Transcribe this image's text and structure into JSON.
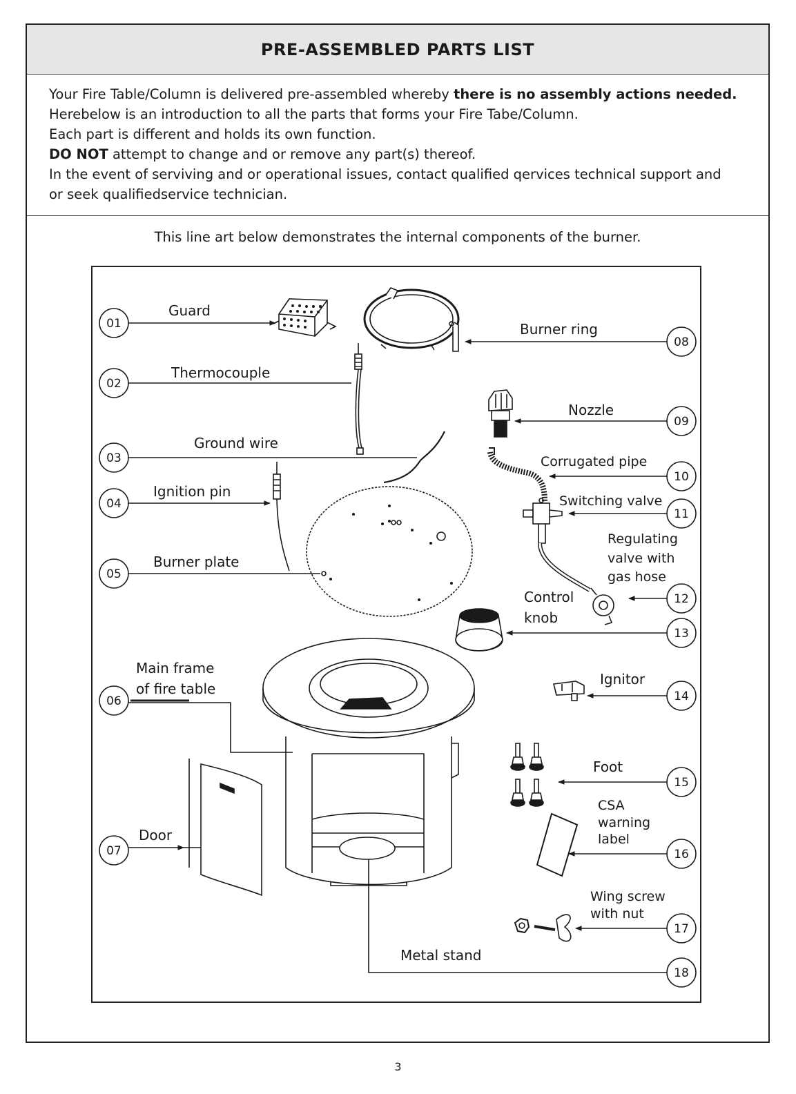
{
  "header": {
    "title": "PRE-ASSEMBLED PARTS LIST"
  },
  "intro": {
    "line1_normal": "Your Fire Table/Column is delivered pre-assembled whereby ",
    "line1_bold": "there is no assembly actions needed.",
    "line2": "Herebelow is an introduction to all the parts that forms your Fire Tabe/Column.",
    "line3": "Each part is different and holds its own function.",
    "line4_bold": "DO NOT",
    "line4_normal": " attempt to change and or remove any part(s) thereof.",
    "line5": "In the event of serviving and or operational issues, contact qualified qervices technical support and",
    "line6": "or seek qualifiedservice technician."
  },
  "caption": "This line art below demonstrates the internal components of the burner.",
  "parts": {
    "p01": {
      "num": "01",
      "name": "Guard"
    },
    "p02": {
      "num": "02",
      "name": "Thermocouple"
    },
    "p03": {
      "num": "03",
      "name": "Ground wire"
    },
    "p04": {
      "num": "04",
      "name": "Ignition pin"
    },
    "p05": {
      "num": "05",
      "name": "Burner plate"
    },
    "p06": {
      "num": "06",
      "name_l1": "Main frame",
      "name_l2": "of fire table"
    },
    "p07": {
      "num": "07",
      "name": "Door"
    },
    "p08": {
      "num": "08",
      "name": "Burner ring"
    },
    "p09": {
      "num": "09",
      "name": "Nozzle"
    },
    "p10": {
      "num": "10",
      "name": "Corrugated pipe"
    },
    "p11": {
      "num": "11",
      "name": "Switching valve"
    },
    "p12": {
      "num": "12",
      "name_l1": "Regulating",
      "name_l2": "valve with",
      "name_l3": "gas hose"
    },
    "p13": {
      "num": "13",
      "name_l1": "Control",
      "name_l2": "knob"
    },
    "p14": {
      "num": "14",
      "name": "Ignitor"
    },
    "p15": {
      "num": "15",
      "name": "Foot"
    },
    "p16": {
      "num": "16",
      "name_l1": "CSA",
      "name_l2": "warning",
      "name_l3": "label"
    },
    "p17": {
      "num": "17",
      "name_l1": "Wing screw",
      "name_l2": "with nut"
    },
    "p18": {
      "num": "18",
      "name": "Metal stand"
    }
  },
  "page_number": "3"
}
